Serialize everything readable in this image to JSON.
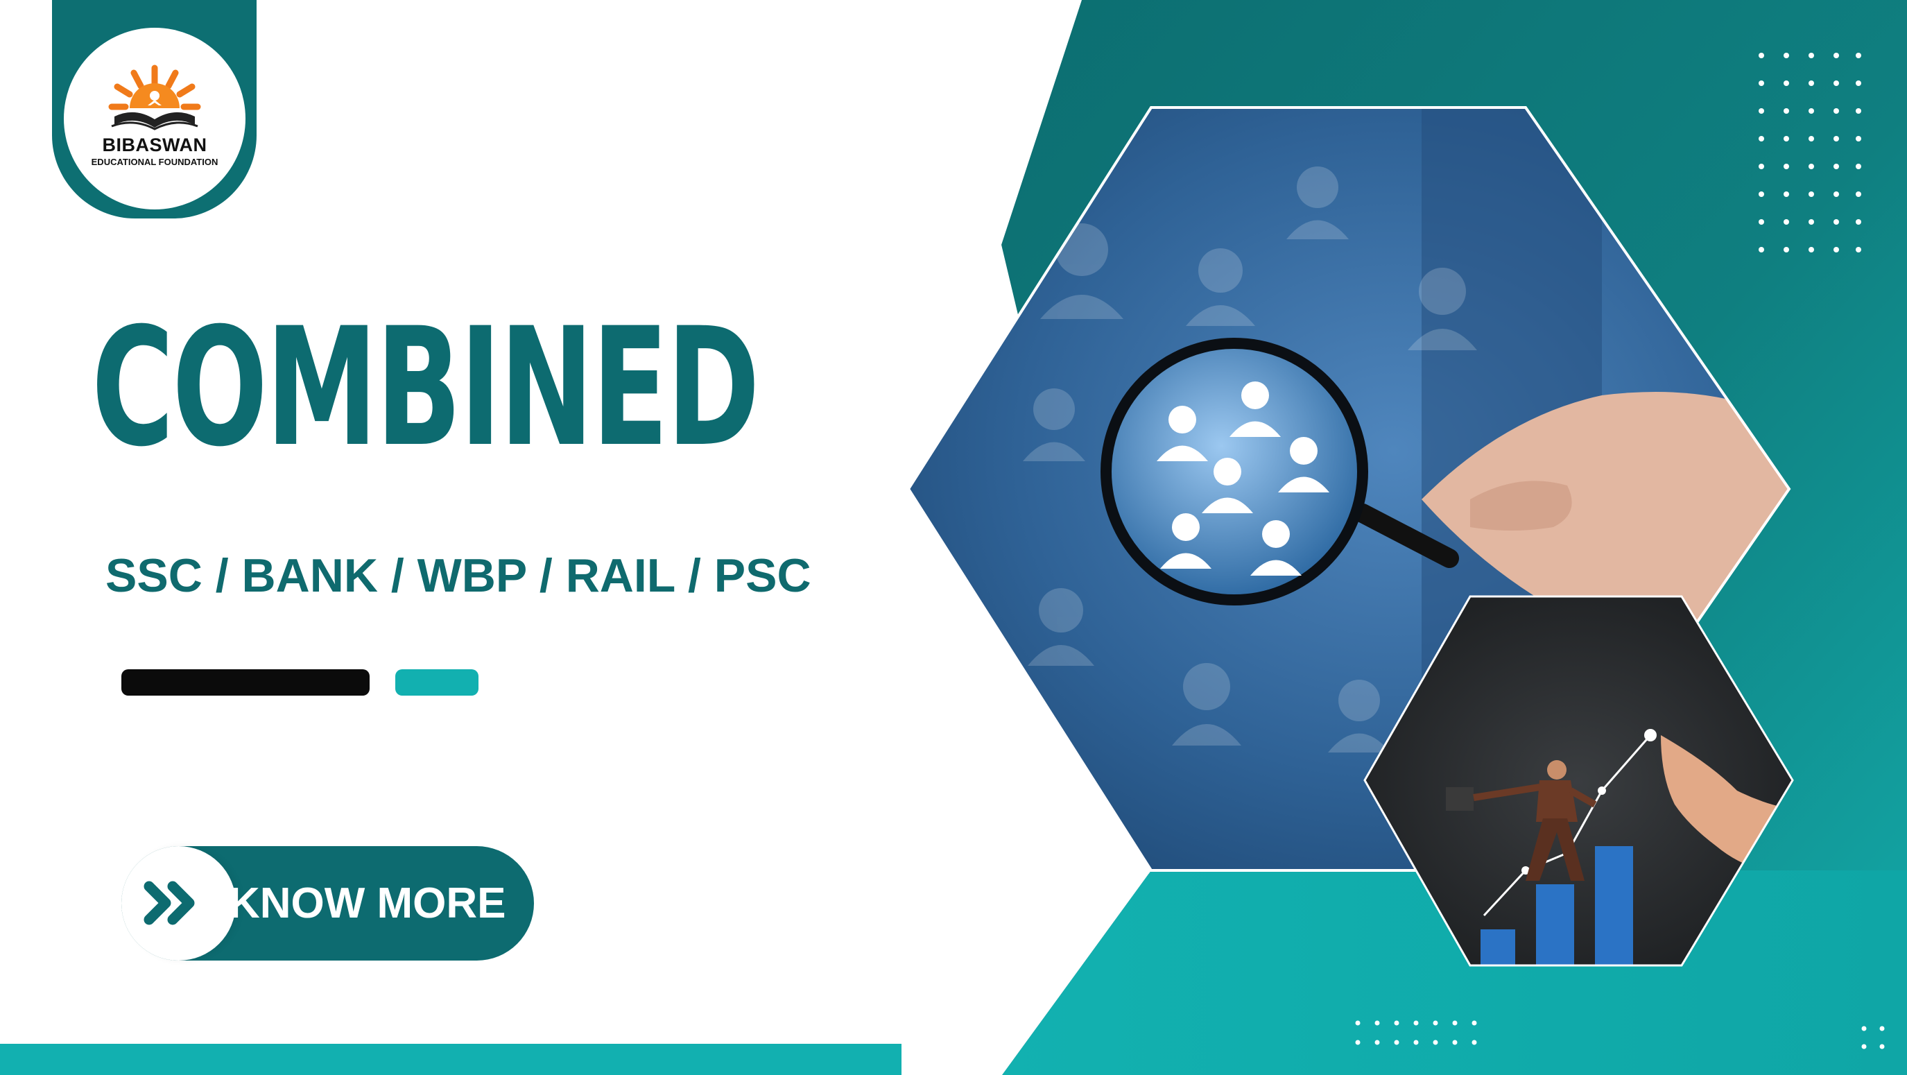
{
  "brand": {
    "name": "BIBASWAN",
    "tagline": "EDUCATIONAL FOUNDATION"
  },
  "hero": {
    "headline": "COMBINED",
    "subline": "SSC / BANK / WBP / RAIL / PSC"
  },
  "cta": {
    "label": "KNOW MORE",
    "icon": "double-chevron-right-icon"
  },
  "images": {
    "main": "magnifier-people-search-icon",
    "secondary": "businessman-climbing-bar-chart-icon"
  },
  "colors": {
    "teal_dark": "#0d6b70",
    "teal_bright": "#12b0b0",
    "black": "#0b0b0b",
    "white": "#ffffff"
  }
}
